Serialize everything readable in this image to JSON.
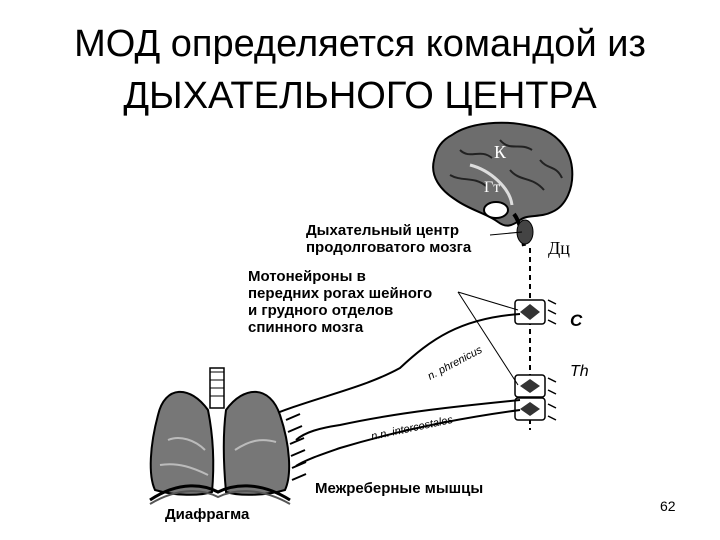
{
  "slide": {
    "title_line1": "МОД определяется командой из",
    "title_line2": "ДЫХАТЕЛЬНОГО ЦЕНТРА",
    "page_number": "62"
  },
  "diagram": {
    "brain_label_k": "К",
    "brain_label_gt": "Гт",
    "center_label": "Дц",
    "spinal_c": "С",
    "spinal_th": "Th",
    "nerve_phrenicus": "n. phrenicus",
    "nerve_intercostales": "n.n. intercostales",
    "labels": {
      "resp_center_line1": "Дыхательный центр",
      "resp_center_line2": "продолговатого мозга",
      "motoneurons_line1": "Мотонейроны в",
      "motoneurons_line2": "передних рогах шейного",
      "motoneurons_line3": "и грудного отделов",
      "motoneurons_line4": "спинного мозга",
      "intercostal_muscles": "Межреберные мышцы",
      "diaphragm": "Диафрагма"
    }
  }
}
